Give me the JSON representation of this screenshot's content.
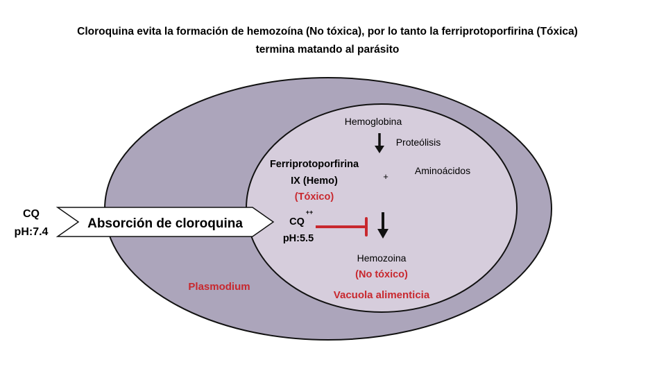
{
  "title": {
    "line1": "Cloroquina evita la formación de hemozoína (No tóxica), por lo tanto la ferriprotoporfirina (Tóxica)",
    "line2": "termina matando al parásito"
  },
  "outside": {
    "cq": "CQ",
    "ph": "pH:7.4"
  },
  "arrow_label": "Absorción de cloroquina",
  "plasmodium_label": "Plasmodium",
  "vacuole": {
    "label": "Vacuola alimenticia",
    "hemoglobina": "Hemoglobina",
    "proteolisis": "Proteólisis",
    "ferri_line1": "Ferriprotoporfirina",
    "ferri_line2": "IX (Hemo)",
    "toxico": "(Tóxico)",
    "plus": "+",
    "aminoacidos": "Aminoácidos",
    "cq": "CQ",
    "cq_charge": "++",
    "ph": "pH:5.5",
    "hemozoina": "Hemozoina",
    "no_toxico": "(No tóxico)"
  },
  "colors": {
    "outer": "#aca5bb",
    "inner": "#d6cddc",
    "accent": "#c8282e"
  }
}
